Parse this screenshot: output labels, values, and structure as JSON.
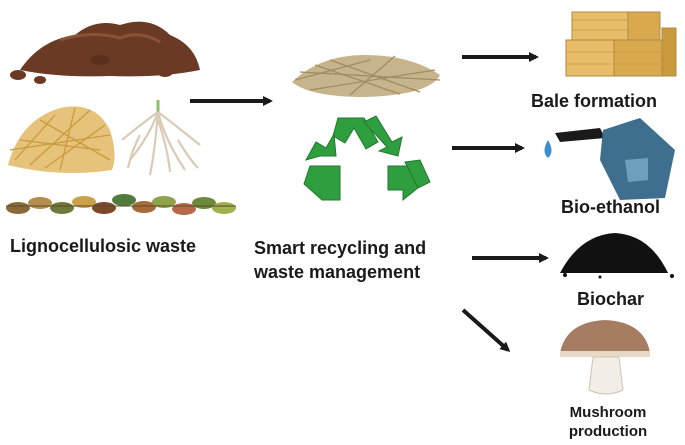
{
  "source": {
    "label": "Lignocellulosic waste",
    "items": [
      "soil-pile-icon",
      "straw-pile-icon",
      "roots-icon",
      "leaves-icon"
    ]
  },
  "process": {
    "label_line1": "Smart recycling and",
    "label_line2": "waste management",
    "items": [
      "straw-nest-icon",
      "recycling-icon"
    ]
  },
  "outputs": [
    {
      "label": "Bale formation",
      "icon": "hay-bales-icon"
    },
    {
      "label": "Bio-ethanol",
      "icon": "fuel-can-icon"
    },
    {
      "label": "Biochar",
      "icon": "biochar-pile-icon"
    },
    {
      "label_line1": "Mushroom",
      "label_line2": "production",
      "icon": "mushroom-icon"
    }
  ],
  "colors": {
    "recycle_green": "#2e9e3e",
    "arrow": "#1a1a1a",
    "soil": "#6b3a24",
    "straw": "#e6c27a",
    "can": "#3f6f8f",
    "biochar": "#111111",
    "mushroom_cap": "#a67c62"
  }
}
